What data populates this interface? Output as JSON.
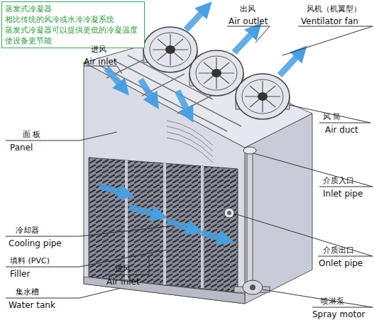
{
  "diagram": {
    "nodes": [
      {
        "text": [
          "蒸发式冷凝器 相比传统的风冷或水冷冷凝系统 蒸发式冷凝器可以提供更低的冷凝温度 使设备更节能"
        ]
      }
    ],
    "labels": [
      "进风",
      "Air inlet",
      "出风",
      "Air outlet",
      "风机（机翼型）",
      "Ventilator fan",
      "风 筒",
      "Air duct",
      "面 板",
      "Panel",
      "介质入口",
      "Inlet pipe",
      "冷却器",
      "Cooling pipe",
      "填料 (PVC)",
      "Filler",
      "集水槽",
      "Water tank",
      "进风",
      "Air inlet",
      "介质出口",
      "Onlet pipe",
      "喷淋泵",
      "Spray motor"
    ]
  }
}
